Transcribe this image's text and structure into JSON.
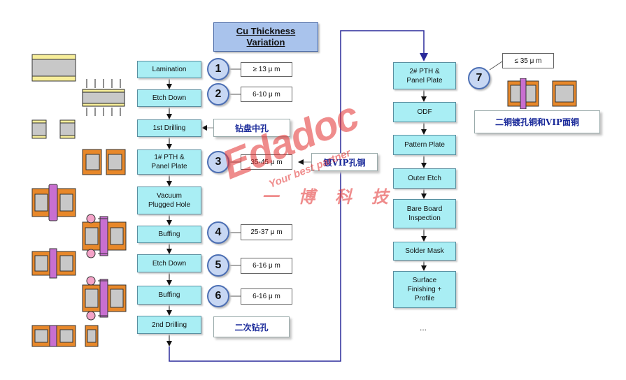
{
  "title": {
    "line1": "Cu Thickness",
    "line2": "Variation"
  },
  "left_flow": [
    {
      "label": "Lamination"
    },
    {
      "label": "Etch Down"
    },
    {
      "label": "1st Drilling"
    },
    {
      "label": "1# PTH & Panel Plate"
    },
    {
      "label": "Vacuum Plugged Hole"
    },
    {
      "label": "Buffing"
    },
    {
      "label": "Etch Down"
    },
    {
      "label": "Buffing"
    },
    {
      "label": "2nd Drilling"
    }
  ],
  "right_flow": [
    {
      "label": "2# PTH & Panel Plate"
    },
    {
      "label": "ODF"
    },
    {
      "label": "Pattern Plate"
    },
    {
      "label": "Outer Etch"
    },
    {
      "label": "Bare Board Inspection"
    },
    {
      "label": "Solder Mask"
    },
    {
      "label": "Surface Finishing + Profile"
    }
  ],
  "ellipsis": "...",
  "thickness": [
    {
      "num": "1",
      "value": "≥ 13 μ m"
    },
    {
      "num": "2",
      "value": "6-10 μ m"
    },
    {
      "num": "3",
      "value": "35-45 μ m"
    },
    {
      "num": "4",
      "value": "25-37 μ m"
    },
    {
      "num": "5",
      "value": "6-16 μ m"
    },
    {
      "num": "6",
      "value": "6-16 μ m"
    },
    {
      "num": "7",
      "value": "≤ 35 μ m"
    }
  ],
  "notes": {
    "drill_center": "钻盘中孔",
    "vip_copper": "镀VIP孔铜",
    "second_drill": "二次钻孔",
    "second_copper": "二铜镀孔铜和VIP面铜"
  },
  "watermark": {
    "brand": "Edadoc",
    "slogan": "Your best partner",
    "cn": "一 博 科 技"
  },
  "colors": {
    "step_fill": "#a9eef4",
    "circle_fill": "#c7d7f3",
    "connector": "#2a2a9a",
    "copper": "#e8882a",
    "plating": "#c86fd0"
  }
}
